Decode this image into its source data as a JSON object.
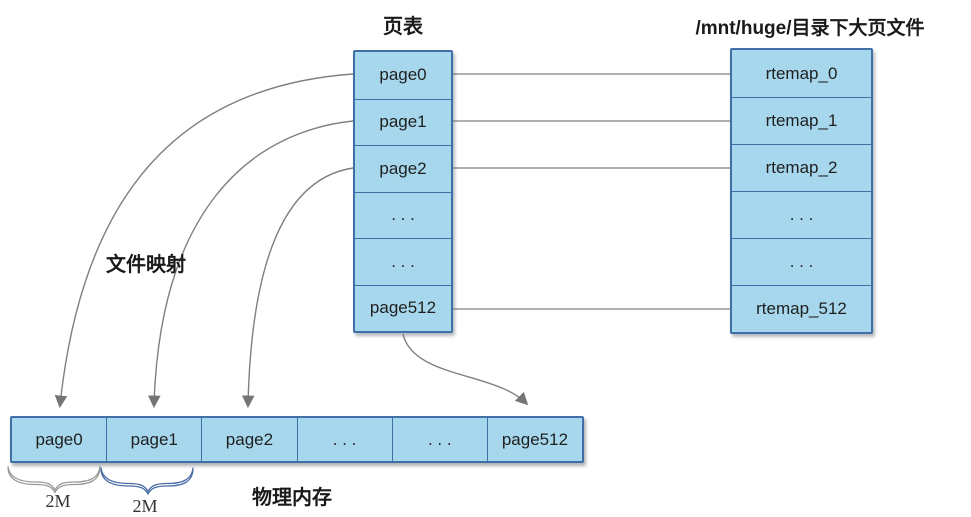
{
  "page_table": {
    "title": "页表",
    "rows": [
      "page0",
      "page1",
      "page2",
      ". . .",
      ". . .",
      "page512"
    ]
  },
  "huge_files": {
    "title_prefix": "/mnt/huge/",
    "title_suffix": "目录下大页文件",
    "rows": [
      "rtemap_0",
      "rtemap_1",
      "rtemap_2",
      ". . .",
      ". . .",
      "rtemap_512"
    ]
  },
  "physical_memory": {
    "label": "物理内存",
    "cells": [
      "page0",
      "page1",
      "page2",
      ". . .",
      ". . .",
      "page512"
    ]
  },
  "file_mapping_label": "文件映射",
  "braces": [
    {
      "label": "2M"
    },
    {
      "label": "2M"
    }
  ],
  "colors": {
    "box_fill": "#A6D7ED",
    "box_border": "#3E6FA6",
    "connector_gray": "#7F7F7F",
    "brace_gray": "#9A9A9A",
    "brace_blue": "#4A6DA7"
  }
}
